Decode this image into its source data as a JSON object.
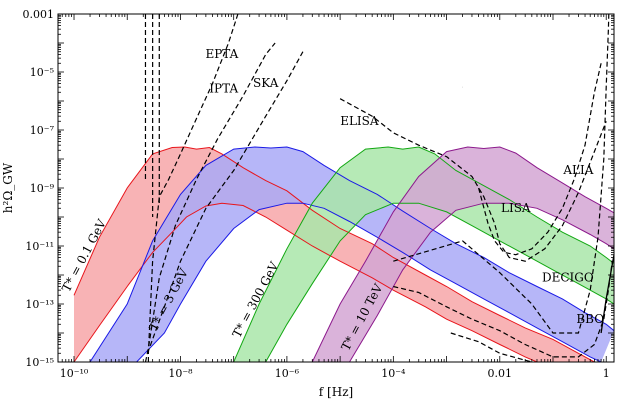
{
  "chart_data": {
    "type": "area",
    "xlabel": "f [Hz]",
    "ylabel": "h²Ω_GW",
    "x_scale": "log",
    "y_scale": "log",
    "xlim": [
      5e-11,
      1.4
    ],
    "ylim": [
      1e-15,
      0.001
    ],
    "x_tick_labels": [
      "10⁻¹⁰",
      "10⁻⁸",
      "10⁻⁶",
      "10⁻⁴",
      "0.01",
      "1"
    ],
    "x_tick_values": [
      1e-10,
      1e-08,
      1e-06,
      0.0001,
      0.01,
      1
    ],
    "y_tick_labels": [
      "0.001",
      "10⁻⁵",
      "10⁻⁷",
      "10⁻⁹",
      "10⁻¹¹",
      "10⁻¹³",
      "10⁻¹⁵"
    ],
    "y_tick_values": [
      0.001,
      1e-05,
      1e-07,
      1e-09,
      1e-11,
      1e-13,
      1e-15
    ],
    "bands": [
      {
        "name": "T* = 0.1 GeV",
        "label": "T* = 0.1 GeV",
        "fill": "#f7a6a8",
        "stroke": "#e8151b",
        "upper": [
          [
            1e-10,
            2e-13
          ],
          [
            3e-10,
            2e-11
          ],
          [
            1e-09,
            1e-09
          ],
          [
            3e-09,
            1.5e-08
          ],
          [
            7e-09,
            2.5e-08
          ],
          [
            1.2e-08,
            2.6e-08
          ],
          [
            2e-08,
            2.2e-08
          ],
          [
            3.5e-08,
            2.5e-08
          ],
          [
            6e-08,
            1.5e-08
          ],
          [
            1.5e-07,
            5e-09
          ],
          [
            4e-07,
            1.8e-09
          ],
          [
            1e-06,
            8e-10
          ],
          [
            3e-06,
            1.7e-10
          ],
          [
            1e-05,
            4e-11
          ],
          [
            4e-05,
            1.2e-11
          ],
          [
            0.0001,
            4e-12
          ],
          [
            0.0004,
            1e-12
          ],
          [
            0.001,
            4e-13
          ],
          [
            0.003,
            1.2e-13
          ],
          [
            0.01,
            4e-14
          ],
          [
            0.03,
            1.5e-14
          ],
          [
            0.1,
            6e-15
          ],
          [
            0.3,
            2e-15
          ],
          [
            0.6,
            1e-15
          ]
        ],
        "lower": [
          [
            1e-10,
            1e-15
          ],
          [
            3e-10,
            1.8e-14
          ],
          [
            1e-09,
            4e-13
          ],
          [
            3e-09,
            6e-12
          ],
          [
            7e-09,
            3e-11
          ],
          [
            1.3e-08,
            1e-10
          ],
          [
            3e-08,
            2.4e-10
          ],
          [
            6e-08,
            3e-10
          ],
          [
            1.5e-07,
            2.5e-10
          ],
          [
            4e-07,
            1e-10
          ],
          [
            1e-06,
            3.5e-11
          ],
          [
            3e-06,
            1e-11
          ],
          [
            1e-05,
            3e-12
          ],
          [
            4e-05,
            8e-13
          ],
          [
            0.0001,
            3e-13
          ],
          [
            0.0004,
            8e-14
          ],
          [
            0.001,
            3e-14
          ],
          [
            0.003,
            1.2e-14
          ],
          [
            0.01,
            4e-15
          ],
          [
            0.03,
            1.5e-15
          ],
          [
            0.05,
            1e-15
          ]
        ]
      },
      {
        "name": "T* = 3 GeV",
        "label": "T* = 3 GeV",
        "fill": "#a9a9f7",
        "stroke": "#1a1ae6",
        "upper": [
          [
            2e-10,
            1e-15
          ],
          [
            1e-09,
            1e-13
          ],
          [
            3e-09,
            1.5e-11
          ],
          [
            1e-08,
            6e-10
          ],
          [
            3e-08,
            6e-09
          ],
          [
            1e-07,
            2.2e-08
          ],
          [
            2.5e-07,
            2.6e-08
          ],
          [
            5e-07,
            2.4e-08
          ],
          [
            1e-06,
            2.6e-08
          ],
          [
            2e-06,
            1.8e-08
          ],
          [
            5e-06,
            6e-09
          ],
          [
            1.5e-05,
            1.8e-09
          ],
          [
            5e-05,
            6e-10
          ],
          [
            0.00015,
            1.6e-10
          ],
          [
            0.0005,
            4e-11
          ],
          [
            0.0015,
            1.2e-11
          ],
          [
            0.005,
            4e-12
          ],
          [
            0.015,
            1.2e-12
          ],
          [
            0.05,
            4e-13
          ],
          [
            0.15,
            1.5e-13
          ],
          [
            0.4,
            5e-14
          ],
          [
            1.0,
            2e-14
          ],
          [
            1.4,
            1.2e-14
          ]
        ],
        "lower": [
          [
            1.5e-09,
            1e-15
          ],
          [
            5e-09,
            1e-14
          ],
          [
            1e-08,
            1e-13
          ],
          [
            3e-08,
            3e-12
          ],
          [
            1e-07,
            4e-11
          ],
          [
            3e-07,
            1.8e-10
          ],
          [
            1e-06,
            3e-10
          ],
          [
            2e-06,
            3e-10
          ],
          [
            5e-06,
            2e-10
          ],
          [
            1.5e-05,
            7e-11
          ],
          [
            5e-05,
            2e-11
          ],
          [
            0.00015,
            6e-12
          ],
          [
            0.0005,
            1.5e-12
          ],
          [
            0.0015,
            5e-13
          ],
          [
            0.005,
            1.5e-13
          ],
          [
            0.015,
            5e-14
          ],
          [
            0.05,
            1.5e-14
          ],
          [
            0.15,
            5e-15
          ],
          [
            0.5,
            1.5e-15
          ],
          [
            0.8,
            1e-15
          ]
        ]
      },
      {
        "name": "T* = 300 GeV",
        "label": "T* = 300 GeV",
        "fill": "#a9e6a9",
        "stroke": "#13a813",
        "upper": [
          [
            1e-07,
            1e-15
          ],
          [
            3e-07,
            1e-13
          ],
          [
            1e-06,
            8e-12
          ],
          [
            3e-06,
            3e-10
          ],
          [
            1e-05,
            5e-09
          ],
          [
            3e-05,
            2.2e-08
          ],
          [
            8e-05,
            2.6e-08
          ],
          [
            0.00015,
            2.2e-08
          ],
          [
            0.0003,
            2.6e-08
          ],
          [
            0.0006,
            1.5e-08
          ],
          [
            0.0015,
            4e-09
          ],
          [
            0.005,
            1.2e-09
          ],
          [
            0.015,
            4e-10
          ],
          [
            0.05,
            1e-10
          ],
          [
            0.15,
            3e-11
          ],
          [
            0.5,
            1e-11
          ],
          [
            1.0,
            4e-12
          ],
          [
            1.4,
            2.5e-12
          ]
        ],
        "lower": [
          [
            4e-07,
            1e-15
          ],
          [
            1e-06,
            2e-14
          ],
          [
            3e-06,
            5e-13
          ],
          [
            1e-05,
            1.5e-11
          ],
          [
            3e-05,
            1.2e-10
          ],
          [
            0.0001,
            3e-10
          ],
          [
            0.0003,
            3e-10
          ],
          [
            0.001,
            1.5e-10
          ],
          [
            0.003,
            5e-11
          ],
          [
            0.01,
            1.5e-11
          ],
          [
            0.03,
            5e-12
          ],
          [
            0.1,
            1.5e-12
          ],
          [
            0.3,
            5e-13
          ],
          [
            1.0,
            1.5e-13
          ],
          [
            1.4,
            1e-13
          ]
        ]
      },
      {
        "name": "T* = 10 TeV",
        "label": "T* = 10 TeV",
        "fill": "#d4a6d4",
        "stroke": "#8c198c",
        "upper": [
          [
            3e-06,
            1e-15
          ],
          [
            1e-05,
            1e-13
          ],
          [
            3e-05,
            3e-12
          ],
          [
            0.0001,
            1.5e-10
          ],
          [
            0.0003,
            2.5e-09
          ],
          [
            0.001,
            1.8e-08
          ],
          [
            0.0025,
            2.6e-08
          ],
          [
            0.005,
            2.3e-08
          ],
          [
            0.01,
            2.6e-08
          ],
          [
            0.02,
            1.6e-08
          ],
          [
            0.05,
            5e-09
          ],
          [
            0.15,
            1.5e-09
          ],
          [
            0.4,
            5e-10
          ],
          [
            1.0,
            2e-10
          ],
          [
            1.4,
            1.4e-10
          ]
        ],
        "lower": [
          [
            1.5e-05,
            1e-15
          ],
          [
            5e-05,
            4e-14
          ],
          [
            0.00015,
            1.5e-12
          ],
          [
            0.0005,
            3e-11
          ],
          [
            0.0015,
            1.7e-10
          ],
          [
            0.005,
            3e-10
          ],
          [
            0.015,
            3e-10
          ],
          [
            0.05,
            2e-10
          ],
          [
            0.15,
            8e-11
          ],
          [
            0.5,
            2.5e-11
          ],
          [
            1.0,
            1.2e-11
          ],
          [
            1.4,
            8e-12
          ]
        ]
      }
    ],
    "sensitivity_curves": [
      {
        "name": "EPTA",
        "points": [
          [
            2.5e-09,
            1e-15
          ],
          [
            2.5e-09,
            2e-15
          ],
          [
            3e-09,
            3e-12
          ],
          [
            4e-09,
            5e-10
          ],
          [
            6e-09,
            2e-09
          ],
          [
            1e-08,
            1.5e-08
          ],
          [
            2e-08,
            2.5e-07
          ],
          [
            4e-08,
            4e-06
          ],
          [
            8e-08,
            0.0001
          ],
          [
            1.2e-07,
            0.001
          ]
        ]
      },
      {
        "name": "IPTA",
        "points": [
          [
            2.2e-09,
            1e-15
          ],
          [
            2.5e-09,
            3e-15
          ],
          [
            4e-09,
            8e-13
          ],
          [
            8e-09,
            5e-11
          ],
          [
            2e-08,
            2e-09
          ],
          [
            5e-08,
            5e-08
          ],
          [
            1.5e-07,
            1.5e-06
          ],
          [
            4e-07,
            4e-05
          ],
          [
            6e-07,
            0.0001
          ]
        ]
      },
      {
        "name": "SKA",
        "points": [
          [
            2.4e-09,
            2e-15
          ],
          [
            5e-09,
            8e-14
          ],
          [
            1e-08,
            3e-12
          ],
          [
            3e-08,
            2e-10
          ],
          [
            1e-07,
            4e-09
          ],
          [
            4e-07,
            3e-07
          ],
          [
            1e-06,
            5e-06
          ],
          [
            2e-06,
            5e-05
          ]
        ]
      },
      {
        "name": "ELISA",
        "points": [
          [
            1e-05,
            1.2e-06
          ],
          [
            4e-05,
            3e-07
          ],
          [
            0.0001,
            8e-08
          ],
          [
            0.0003,
            3e-08
          ],
          [
            0.001,
            1.2e-08
          ],
          [
            0.003,
            2.5e-09
          ],
          [
            0.005,
            5e-10
          ],
          [
            0.008,
            6e-11
          ],
          [
            0.01,
            1.2e-11
          ],
          [
            0.015,
            4e-12
          ],
          [
            0.03,
            3e-12
          ],
          [
            0.07,
            8e-12
          ],
          [
            0.15,
            5e-11
          ],
          [
            0.3,
            7e-10
          ],
          [
            0.6,
            1.8e-08
          ],
          [
            1.0,
            2e-07
          ]
        ]
      },
      {
        "name": "LISA",
        "points": [
          [
            0.002,
            3e-06
          ],
          [
            0.002,
            3e-06
          ]
        ]
      },
      {
        "name": "LISA-curve",
        "points": [
          [
            0.004,
            1e-09
          ],
          [
            0.006,
            6e-11
          ],
          [
            0.008,
            1.5e-11
          ],
          [
            0.012,
            6e-12
          ],
          [
            0.02,
            5e-12
          ],
          [
            0.04,
            8e-12
          ],
          [
            0.08,
            3e-11
          ],
          [
            0.15,
            2e-10
          ],
          [
            0.25,
            2e-09
          ],
          [
            0.4,
            3e-08
          ],
          [
            0.6,
            2e-06
          ],
          [
            0.8,
            2e-05
          ]
        ]
      },
      {
        "name": "ALIA",
        "points": [
          [
            0.0001,
            3e-12
          ],
          [
            0.002,
            1.5e-11
          ],
          [
            0.01,
            1.2e-12
          ],
          [
            0.04,
            1e-13
          ],
          [
            0.1,
            1e-14
          ],
          [
            0.3,
            1e-14
          ],
          [
            0.5,
            3e-13
          ],
          [
            0.7,
            2e-11
          ],
          [
            0.9,
            1e-08
          ],
          [
            1.0,
            3e-06
          ],
          [
            1.1,
            0.0003
          ],
          [
            1.12,
            0.001
          ]
        ]
      },
      {
        "name": "DECIGO",
        "points": [
          [
            0.0001,
            4e-13
          ],
          [
            0.0003,
            2.5e-13
          ],
          [
            0.001,
            8e-14
          ],
          [
            0.003,
            3e-14
          ],
          [
            0.01,
            1.2e-14
          ],
          [
            0.03,
            4e-15
          ],
          [
            0.1,
            1.5e-15
          ],
          [
            0.3,
            1.5e-15
          ],
          [
            0.6,
            4e-15
          ],
          [
            0.9,
            3e-14
          ],
          [
            1.1,
            3e-13
          ],
          [
            1.3,
            3e-12
          ]
        ]
      },
      {
        "name": "BBO",
        "points": [
          [
            0.0012,
            1e-14
          ],
          [
            0.004,
            5e-15
          ],
          [
            0.01,
            2e-15
          ],
          [
            0.04,
            1e-15
          ]
        ]
      }
    ],
    "spikes": [
      {
        "x": 2.2e-09,
        "y_top": 0.001,
        "y_bottom": 2e-09
      },
      {
        "x": 3e-09,
        "y_top": 0.001,
        "y_bottom": 1e-10
      },
      {
        "x": 4e-09,
        "y_top": 0.001,
        "y_bottom": 3e-10
      }
    ],
    "annotations": [
      {
        "text": "EPTA",
        "x": 6e-08,
        "y": 3e-05
      },
      {
        "text": "IPTA",
        "x": 6.5e-08,
        "y": 2e-06
      },
      {
        "text": "SKA",
        "x": 4e-07,
        "y": 3e-06
      },
      {
        "text": "ELISA",
        "x": 2.3e-05,
        "y": 1.5e-07
      },
      {
        "text": "LISA",
        "x": 0.02,
        "y": 1.5e-10
      },
      {
        "text": "ALIA",
        "x": 0.3,
        "y": 3e-09
      },
      {
        "text": "DECIGO",
        "x": 0.19,
        "y": 6e-13
      },
      {
        "text": "BBO",
        "x": 0.5,
        "y": 2.2e-14
      }
    ],
    "black_curve": [
      [
        0.8,
        1e-14
      ],
      [
        1.0,
        1.5e-13
      ],
      [
        1.2,
        1e-12
      ],
      [
        1.4,
        5e-12
      ]
    ]
  }
}
